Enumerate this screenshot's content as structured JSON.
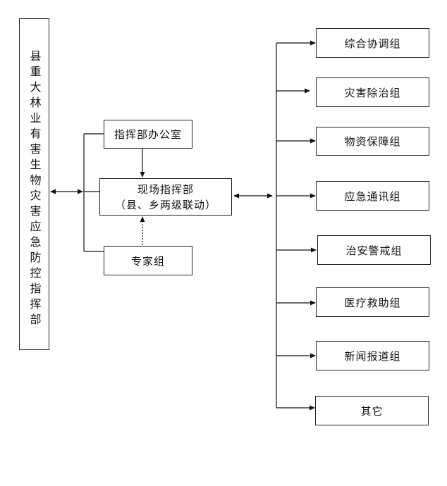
{
  "headquarters": "县重大林业有害生物灾害应急防控指挥部",
  "office": "指挥部办公室",
  "field_command": {
    "line1": "现场指挥部",
    "line2": "（县、乡两级联动）"
  },
  "expert_group": "专家组",
  "groups": [
    "综合协调组",
    "灾害除治组",
    "物资保障组",
    "应急通讯组",
    "治安警戒组",
    "医疗救助组",
    "新闻报道组",
    "其它"
  ]
}
